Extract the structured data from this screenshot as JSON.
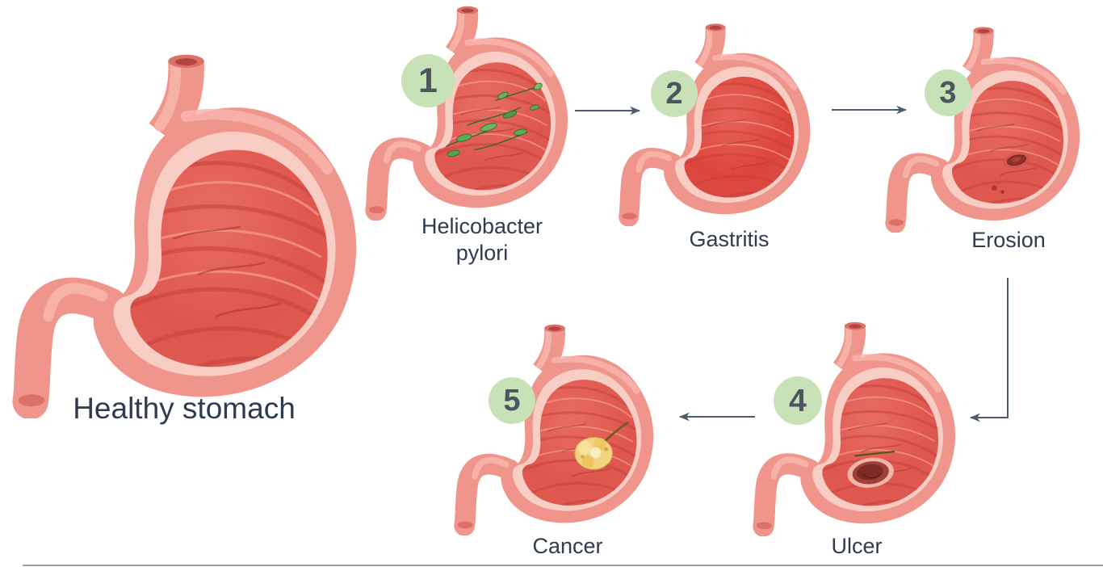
{
  "diagram": {
    "healthy": {
      "label": "Healthy stomach",
      "visual": "healthy-stomach-cross-section"
    },
    "stages": [
      {
        "number": "1",
        "label": "Helicobacter",
        "label2": "pylori",
        "visual": "stomach-with-h-pylori-bacteria"
      },
      {
        "number": "2",
        "label": "Gastritis",
        "visual": "stomach-inflamed-lining"
      },
      {
        "number": "3",
        "label": "Erosion",
        "visual": "stomach-with-erosion-spot"
      },
      {
        "number": "4",
        "label": "Ulcer",
        "visual": "stomach-with-ulcer-crater"
      },
      {
        "number": "5",
        "label": "Cancer",
        "visual": "stomach-with-tumor-mass"
      }
    ],
    "arrows": [
      {
        "from": "1",
        "to": "2",
        "direction": "right"
      },
      {
        "from": "2",
        "to": "3",
        "direction": "right"
      },
      {
        "from": "3",
        "to": "4",
        "direction": "down-then-left"
      },
      {
        "from": "4",
        "to": "5",
        "direction": "left"
      }
    ],
    "colors": {
      "badge_bg": "#C8E2B8",
      "badge_text": "#4D565E",
      "label_text": "#2E3B50",
      "arrow": "#4C5B6D",
      "stomach_outer": "#F0958B",
      "stomach_highlight": "#F7B5AB",
      "stomach_rim": "#F8CDC3",
      "stomach_interior": "#DE564E",
      "gastritis_interior": "#DC443C",
      "bacteria_green": "#5FA84D",
      "erosion_dark": "#8E3028",
      "ulcer_dark": "#7E2A24",
      "tumor_yellow": "#F1D47E"
    }
  }
}
